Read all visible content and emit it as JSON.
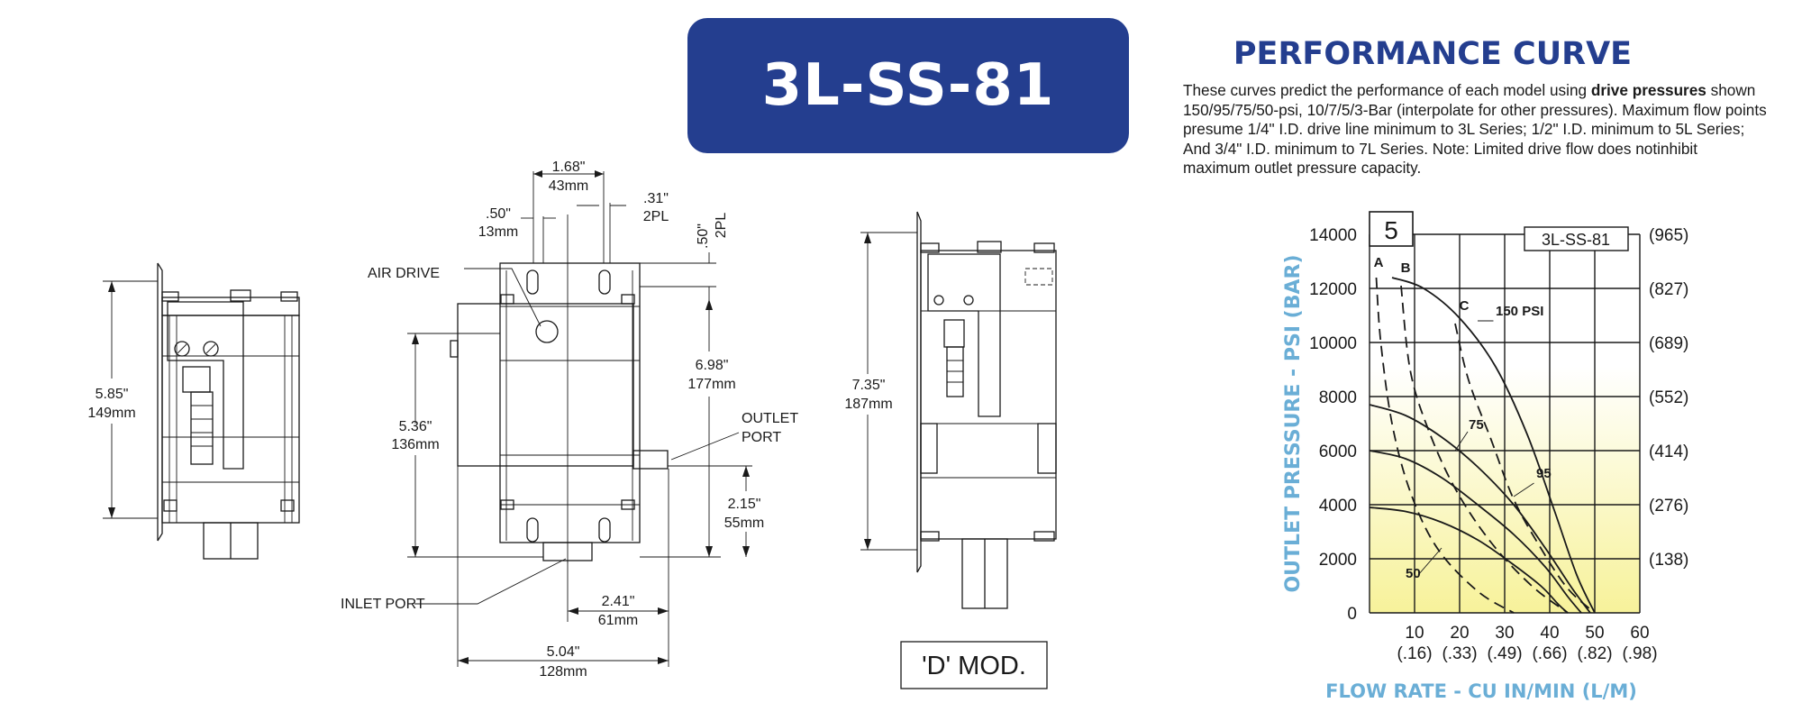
{
  "model": "3L-SS-81",
  "performance": {
    "title": "PERFORMANCE CURVE",
    "desc_before": "These curves predict the performance of each model using ",
    "desc_bold": "drive pressures",
    "desc_after": " shown 150/95/75/50-psi, 10/7/5/3-Bar (interpolate for other pressures). Maximum flow points presume 1/4\" I.D. drive line minimum to 3L Series; 1/2\" I.D. minimum to 5L Series; And 3/4\" I.D. minimum to 7L Series. Note: Limited drive flow does notinhibit maximum outlet pressure capacity."
  },
  "drawing": {
    "left_height_in": "5.85\"",
    "left_height_mm": "149mm",
    "top_width_in": "1.68\"",
    "top_width_mm": "43mm",
    "slot_in": ".50\"",
    "slot_mm": "13mm",
    "hole_in": ".31\"",
    "hole_mm": "2PL",
    "side_in": ".50\"",
    "side_mm": "2PL",
    "air_drive": "AIR DRIVE",
    "body_height_in": "6.98\"",
    "body_height_mm": "177mm",
    "inner_height_in": "5.36\"",
    "inner_height_mm": "136mm",
    "outlet_port": "OUTLET",
    "outlet_port_2": "PORT",
    "outlet_height_in": "2.15\"",
    "outlet_height_mm": "55mm",
    "inlet_port": "INLET PORT",
    "inlet_offset_in": "2.41\"",
    "inlet_offset_mm": "61mm",
    "overall_width_in": "5.04\"",
    "overall_width_mm": "128mm",
    "d_height_in": "7.35\"",
    "d_height_mm": "187mm",
    "d_mod": "'D' MOD."
  },
  "chart_data": {
    "type": "line",
    "curve_number": "5",
    "chart_model": "3L-SS-81",
    "xlabel": "FLOW RATE - CU IN/MIN (L/M)",
    "ylabel": "OUTLET PRESSURE - PSI (BAR)",
    "xlim": [
      0,
      60
    ],
    "ylim": [
      0,
      14000
    ],
    "x_ticks": [
      "10",
      "20",
      "30",
      "40",
      "50",
      "60"
    ],
    "x_ticks_lpm": [
      "(.16)",
      "(.33)",
      "(.49)",
      "(.66)",
      "(.82)",
      "(.98)"
    ],
    "y_ticks": [
      "0",
      "2000",
      "4000",
      "6000",
      "8000",
      "10000",
      "12000",
      "14000"
    ],
    "y_ticks_bar": [
      "(138)",
      "(276)",
      "(414)",
      "(552)",
      "(689)",
      "(827)",
      "(965)"
    ],
    "series": [
      {
        "name": "150 PSI",
        "style": "solid",
        "points": [
          [
            5,
            12400
          ],
          [
            12,
            12000
          ],
          [
            20,
            10900
          ],
          [
            28,
            9100
          ],
          [
            35,
            6600
          ],
          [
            41,
            3800
          ],
          [
            46,
            1400
          ],
          [
            50,
            0
          ]
        ]
      },
      {
        "name": "95",
        "style": "solid",
        "points": [
          [
            0,
            7700
          ],
          [
            8,
            7300
          ],
          [
            16,
            6500
          ],
          [
            24,
            5400
          ],
          [
            32,
            4000
          ],
          [
            39,
            2400
          ],
          [
            45,
            900
          ],
          [
            49,
            0
          ]
        ]
      },
      {
        "name": "75",
        "style": "solid",
        "points": [
          [
            0,
            6000
          ],
          [
            8,
            5700
          ],
          [
            16,
            5000
          ],
          [
            24,
            4000
          ],
          [
            32,
            2900
          ],
          [
            39,
            1700
          ],
          [
            44,
            600
          ],
          [
            47,
            0
          ]
        ]
      },
      {
        "name": "50",
        "style": "solid",
        "points": [
          [
            0,
            3900
          ],
          [
            8,
            3750
          ],
          [
            16,
            3350
          ],
          [
            24,
            2700
          ],
          [
            31,
            1900
          ],
          [
            38,
            1000
          ],
          [
            42,
            300
          ],
          [
            44,
            0
          ]
        ]
      },
      {
        "name": "A",
        "style": "dashed",
        "points": [
          [
            1.5,
            12400
          ],
          [
            2.5,
            10000
          ],
          [
            5,
            7000
          ],
          [
            9,
            4500
          ],
          [
            15,
            2400
          ],
          [
            24,
            800
          ],
          [
            32,
            0
          ]
        ]
      },
      {
        "name": "B",
        "style": "dashed",
        "points": [
          [
            7,
            12100
          ],
          [
            9,
            9000
          ],
          [
            13,
            6800
          ],
          [
            19,
            4600
          ],
          [
            27,
            2600
          ],
          [
            36,
            1000
          ],
          [
            44,
            0
          ]
        ]
      },
      {
        "name": "C",
        "style": "dashed",
        "points": [
          [
            19,
            10700
          ],
          [
            22,
            8600
          ],
          [
            27,
            6400
          ],
          [
            32,
            4200
          ],
          [
            38,
            2400
          ],
          [
            44,
            900
          ],
          [
            50,
            0
          ]
        ]
      }
    ]
  }
}
